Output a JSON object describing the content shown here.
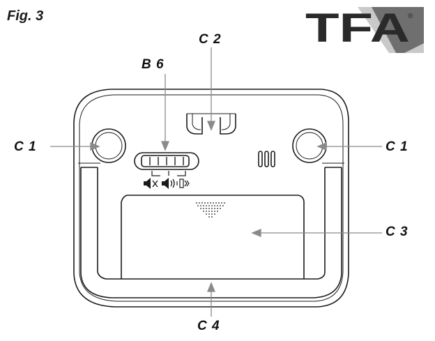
{
  "figure": {
    "title": "Fig. 3"
  },
  "logo": {
    "text": "TFA",
    "registered_mark": "®",
    "colors": {
      "text": "#2a2a2a",
      "panel_dark": "#6e6e6e",
      "panel_light": "#c8c8c8"
    }
  },
  "callouts": {
    "c2": "C 2",
    "b6": "B 6",
    "c1_left": "C 1",
    "c1_right": "C 1",
    "c3": "C 3",
    "c4": "C 4"
  },
  "switch_icons": [
    "speaker-mute-icon",
    "speaker-on-icon",
    "vibrate-icon"
  ],
  "colors": {
    "line": "#1a1a1a",
    "arrow": "#8a8a8a",
    "background": "#ffffff"
  }
}
